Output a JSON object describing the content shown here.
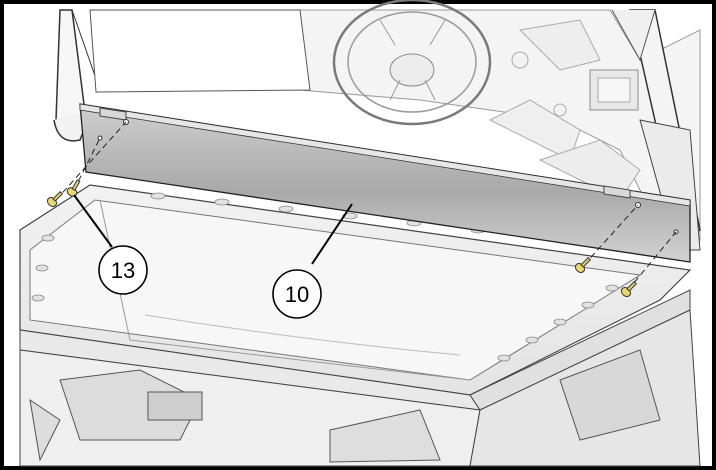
{
  "callouts": [
    {
      "id": "c13",
      "label": "13"
    },
    {
      "id": "c10",
      "label": "10"
    }
  ]
}
